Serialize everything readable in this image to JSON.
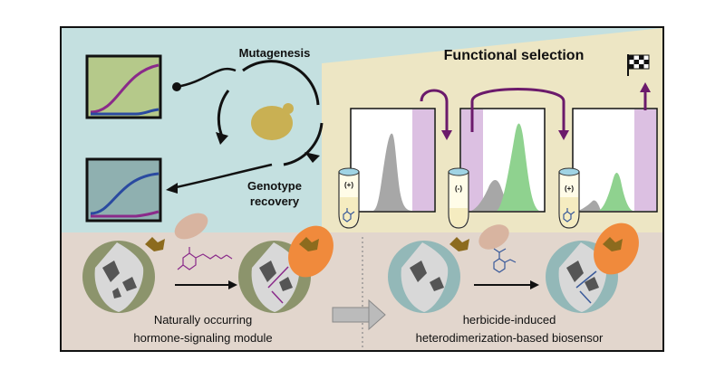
{
  "labels": {
    "mutagenesis": "Mutagenesis",
    "functional_selection": "Functional selection",
    "genotype_line1": "Genotype",
    "genotype_line2": "recovery",
    "tube1": "(+)",
    "tube2": "(-)",
    "tube3": "(+)",
    "natural_line1": "Naturally occurring",
    "natural_line2": "hormone-signaling module",
    "herbicide_line1": "herbicide-induced",
    "herbicide_line2": "heterodimerization-based biosensor"
  },
  "colors": {
    "top_panel": "#c4e0e0",
    "selection_band": "#ede6c4",
    "bottom_panel": "#e2d6cd",
    "arrow_purple": "#6b1a6b",
    "purple_gate": "#dcc0e2",
    "histogram_gray": "#a7a7a7",
    "histogram_green": "#8fd28f",
    "yeast": "#c9b053",
    "receptor_green": "#8c946c",
    "receptor_teal": "#93b8b8",
    "orange_protein": "#f08a3c",
    "tan_protein": "#d8b4a0",
    "ligand_brown": "#8c6b1e",
    "ligand_purple": "#8a2a8a",
    "ligand_blue": "#3a5a9a"
  },
  "icons": [
    "yeast-cell-icon",
    "checkered-flag-icon",
    "hormone-molecule-icon",
    "herbicide-molecule-icon",
    "test-tube-icon"
  ]
}
